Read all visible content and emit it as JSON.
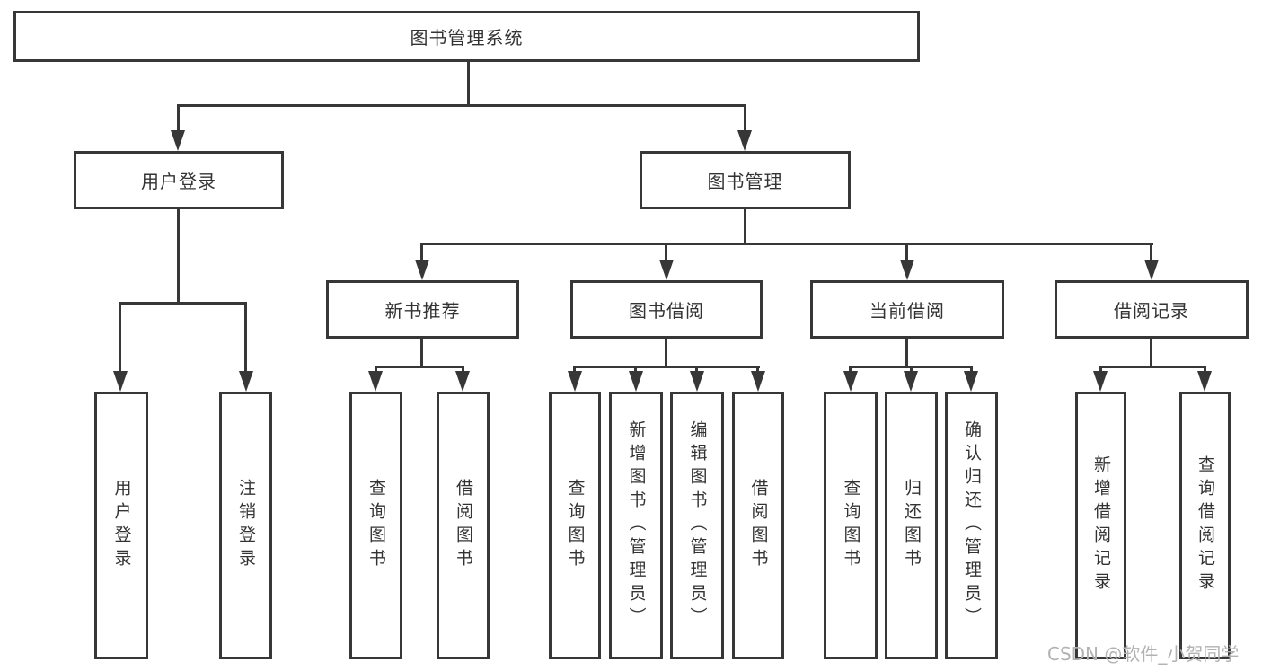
{
  "diagram": {
    "title": "图书管理系统",
    "nodes": {
      "root": "图书管理系统",
      "user_login": "用户登录",
      "book_management": "图书管理",
      "new_book_recommendation": "新书推荐",
      "book_borrowing": "图书借阅",
      "current_borrowing": "当前借阅",
      "borrowing_records": "借阅记录",
      "leaf_user_login": "用户登录",
      "leaf_logout": "注销登录",
      "leaf_query_books_recommend": "查询图书",
      "leaf_borrow_books_recommend": "借阅图书",
      "leaf_query_books_borrow": "查询图书",
      "leaf_add_books_admin": "新增图书（管理员）",
      "leaf_edit_books_admin": "编辑图书（管理员）",
      "leaf_borrow_books_borrow": "借阅图书",
      "leaf_query_books_current": "查询图书",
      "leaf_return_books": "归还图书",
      "leaf_confirm_return_admin": "确认归还（管理员）",
      "leaf_add_borrow_record": "新增借阅记录",
      "leaf_query_borrow_record": "查询借阅记录"
    },
    "colors": {
      "line": "#373737",
      "text": "#333333",
      "background": "#ffffff",
      "watermark_text_color": "#b2b2b2"
    }
  },
  "watermark": "CSDN @软件_小贺同学"
}
